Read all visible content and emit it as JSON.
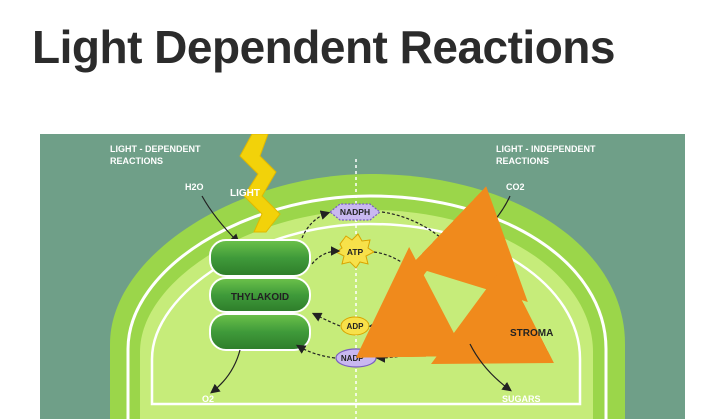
{
  "page": {
    "title": "Light Dependent Reactions"
  },
  "diagram": {
    "left_header_1": "LIGHT - DEPENDENT",
    "left_header_2": "REACTIONS",
    "right_header_1": "LIGHT - INDEPENDENT",
    "right_header_2": "REACTIONS",
    "h2o": "H2O",
    "light": "LIGHT",
    "co2": "CO2",
    "nadph": "NADPH",
    "atp": "ATP",
    "adp": "ADP",
    "nadp": "NADP",
    "nadp_sup": "+",
    "thylakoid": "THYLAKOID",
    "stroma": "STROMA",
    "o2": "O2",
    "sugars": "SUGARS",
    "colors": {
      "background": "#6f9f88",
      "outer_leaf": "#9bd64a",
      "inner_leaf": "#c6ec7a",
      "thylakoid": "#3f9a3a",
      "cycle": "#f08a1c",
      "light": "#f2d20a"
    }
  }
}
